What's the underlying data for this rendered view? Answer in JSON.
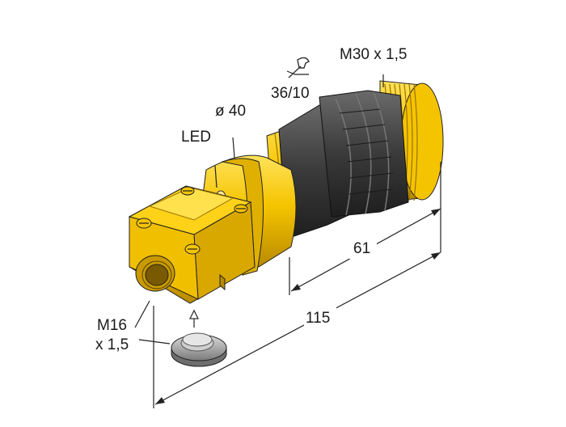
{
  "labels": {
    "thread_top": "M30 x 1,5",
    "wrench_size": "36/10",
    "diameter": "ø 40",
    "led": "LED",
    "dim_61": "61",
    "dim_115": "115",
    "cable_thread_line1": "M16",
    "cable_thread_line2": "x 1,5"
  },
  "icons": {
    "wrench": "wrench-icon",
    "arrow": "arrow-up-icon"
  },
  "colors": {
    "body_yellow": "#f5c400",
    "body_yellow_dark": "#c99a00",
    "body_yellow_light": "#ffe25a",
    "nut_black": "#3a3a3a",
    "line": "#222222"
  }
}
